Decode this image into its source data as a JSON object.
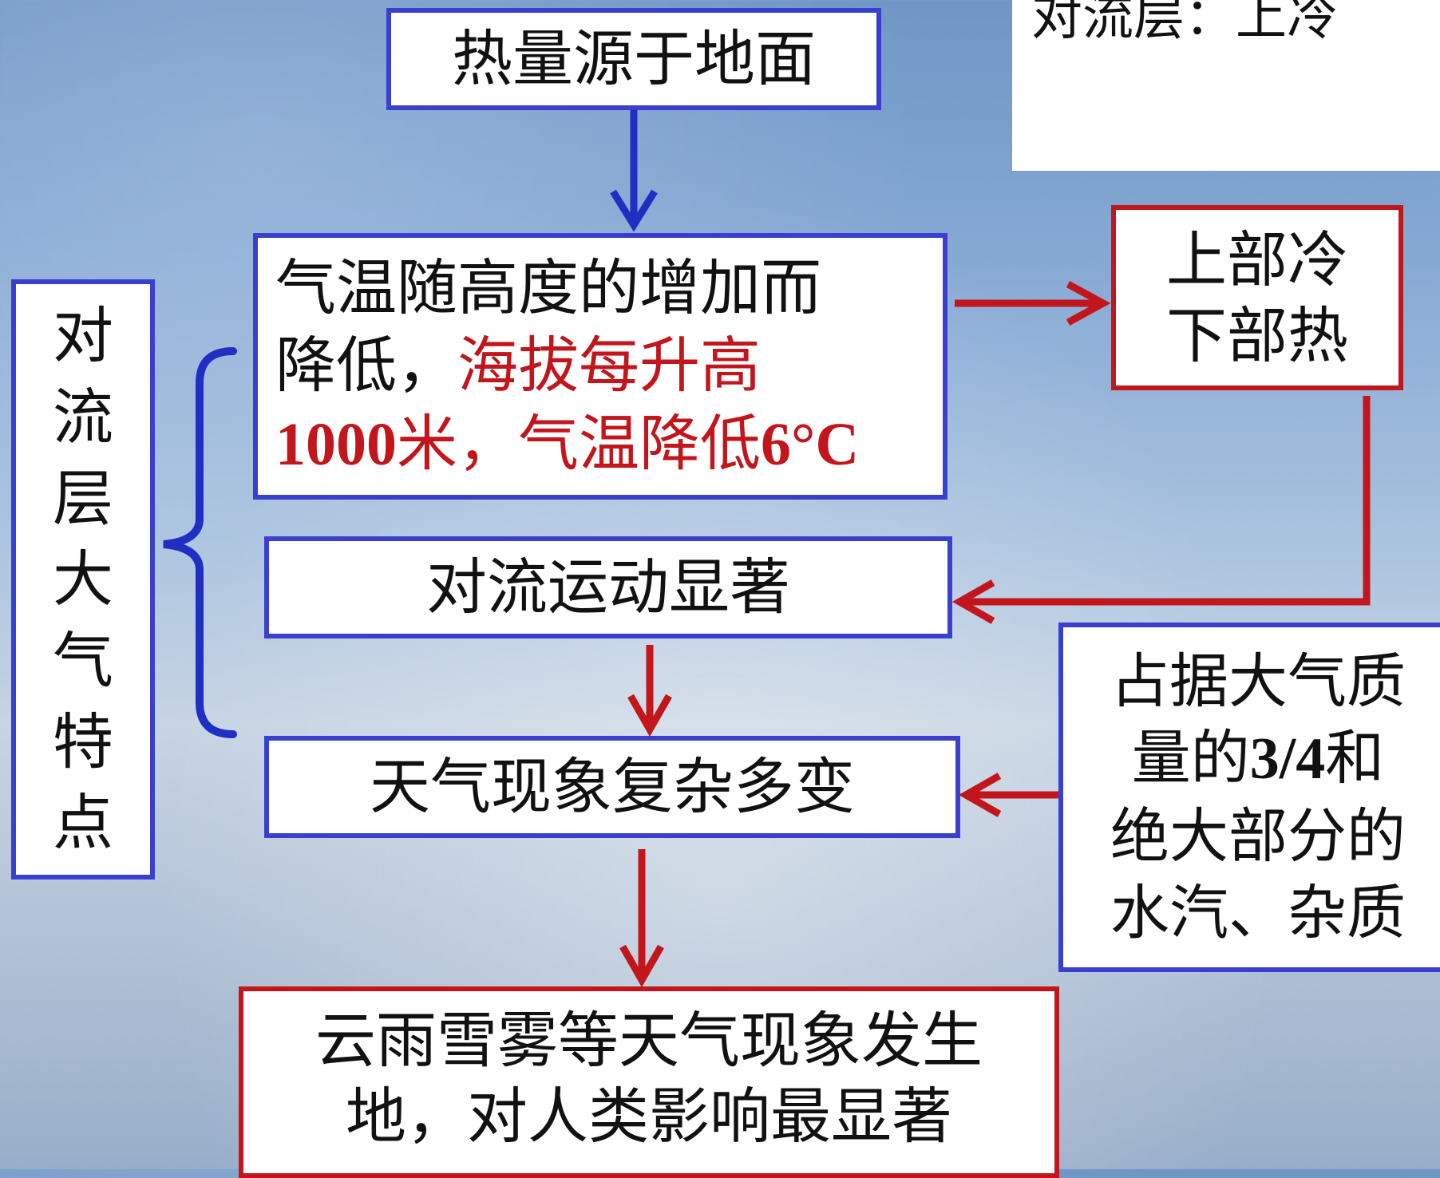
{
  "top_right_note": {
    "text": "对流层：上冷"
  },
  "side_label": {
    "chars": [
      "对",
      "流",
      "层",
      "大",
      "气",
      "特",
      "点"
    ]
  },
  "boxes": {
    "heat_source": "热量源于地面",
    "temp": {
      "line1": "气温随高度的增加而",
      "line2_black": "降低，",
      "line2_red": "海拔每升高",
      "line3_num": "1000",
      "line3_mid": "米，气温降低",
      "line3_end": "6°C"
    },
    "upper_lower": {
      "line1": "上部冷",
      "line2": "下部热"
    },
    "convection": "对流运动显著",
    "weather_complex": "天气现象复杂多变",
    "mass": {
      "line1": "占据大气质",
      "line2_a": "量的",
      "line2_num": "3/4",
      "line2_b": "和",
      "line3": "绝大部分的",
      "line4": "水汽、杂质"
    },
    "weather_occur": {
      "line1": "云雨雪雾等天气现象发生",
      "line2": "地，对人类影响最显著"
    }
  },
  "colors": {
    "blue": "#3a3fcf",
    "red": "#c3161c",
    "arrow_blue": "#1f2fc4"
  }
}
